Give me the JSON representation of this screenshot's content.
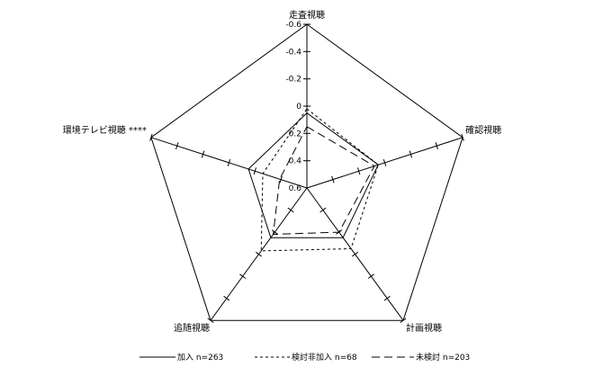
{
  "chart_data": {
    "type": "radar",
    "title": "",
    "axes": [
      {
        "label": "走査視聴"
      },
      {
        "label": "確認視聴"
      },
      {
        "label": "計画視聴"
      },
      {
        "label": "追随視聴"
      },
      {
        "label": "環境テレビ視聴 ****"
      }
    ],
    "scale": {
      "range": [
        -0.6,
        0.6
      ],
      "center_value": 0.6,
      "outer_value": -0.6,
      "ticks": [
        -0.6,
        -0.4,
        -0.2,
        0,
        0.2,
        0.4,
        0.6
      ],
      "tick_labels": [
        "-0.6",
        "-0.4",
        "-0.2",
        "0",
        "0.2",
        "0.4",
        "0.6"
      ]
    },
    "series": [
      {
        "name": "加入 n=263",
        "line_style": "solid",
        "values": [
          0.05,
          0.05,
          0.15,
          0.15,
          0.15
        ]
      },
      {
        "name": "検討非加入 n=68",
        "line_style": "dashed",
        "values": [
          0.02,
          0.05,
          0.05,
          0.03,
          0.26
        ]
      },
      {
        "name": "未検討 n=203",
        "line_style": "longdash",
        "values": [
          0.15,
          0.08,
          0.2,
          0.18,
          0.39
        ]
      }
    ]
  }
}
